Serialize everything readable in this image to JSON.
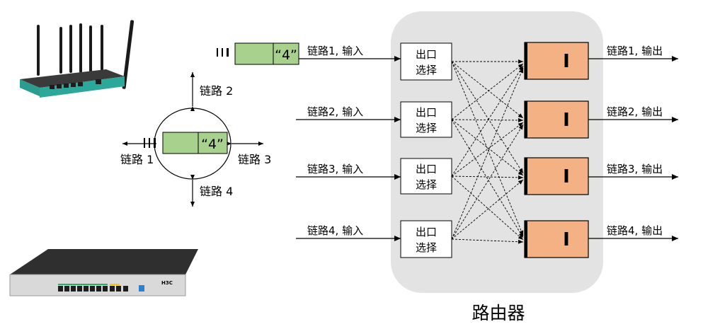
{
  "router": {
    "title": "路由器",
    "select_label_line1": "出口",
    "select_label_line2": "选择",
    "inputs": [
      "链路1, 输入",
      "链路2, 输入",
      "链路3, 输入",
      "链路4, 输入"
    ],
    "outputs": [
      "链路1, 输出",
      "链路2, 输出",
      "链路3, 输出",
      "链路4, 输出"
    ],
    "queue_marker": "I"
  },
  "incoming_packet": {
    "label": "“4”"
  },
  "node": {
    "packet_label": "“4”",
    "link_left": "链路 1",
    "link_top": "链路 2",
    "link_right": "链路 3",
    "link_bottom": "链路 4"
  },
  "device_photos": {
    "top_device": "wireless-router-with-antennas",
    "bottom_device": "rackmount-router",
    "bottom_device_brand": "H3C"
  },
  "colors": {
    "router_bg": "#e3e3e3",
    "packet_fill": "#a9d18e",
    "queue_fill": "#f4b183",
    "line": "#000000"
  }
}
